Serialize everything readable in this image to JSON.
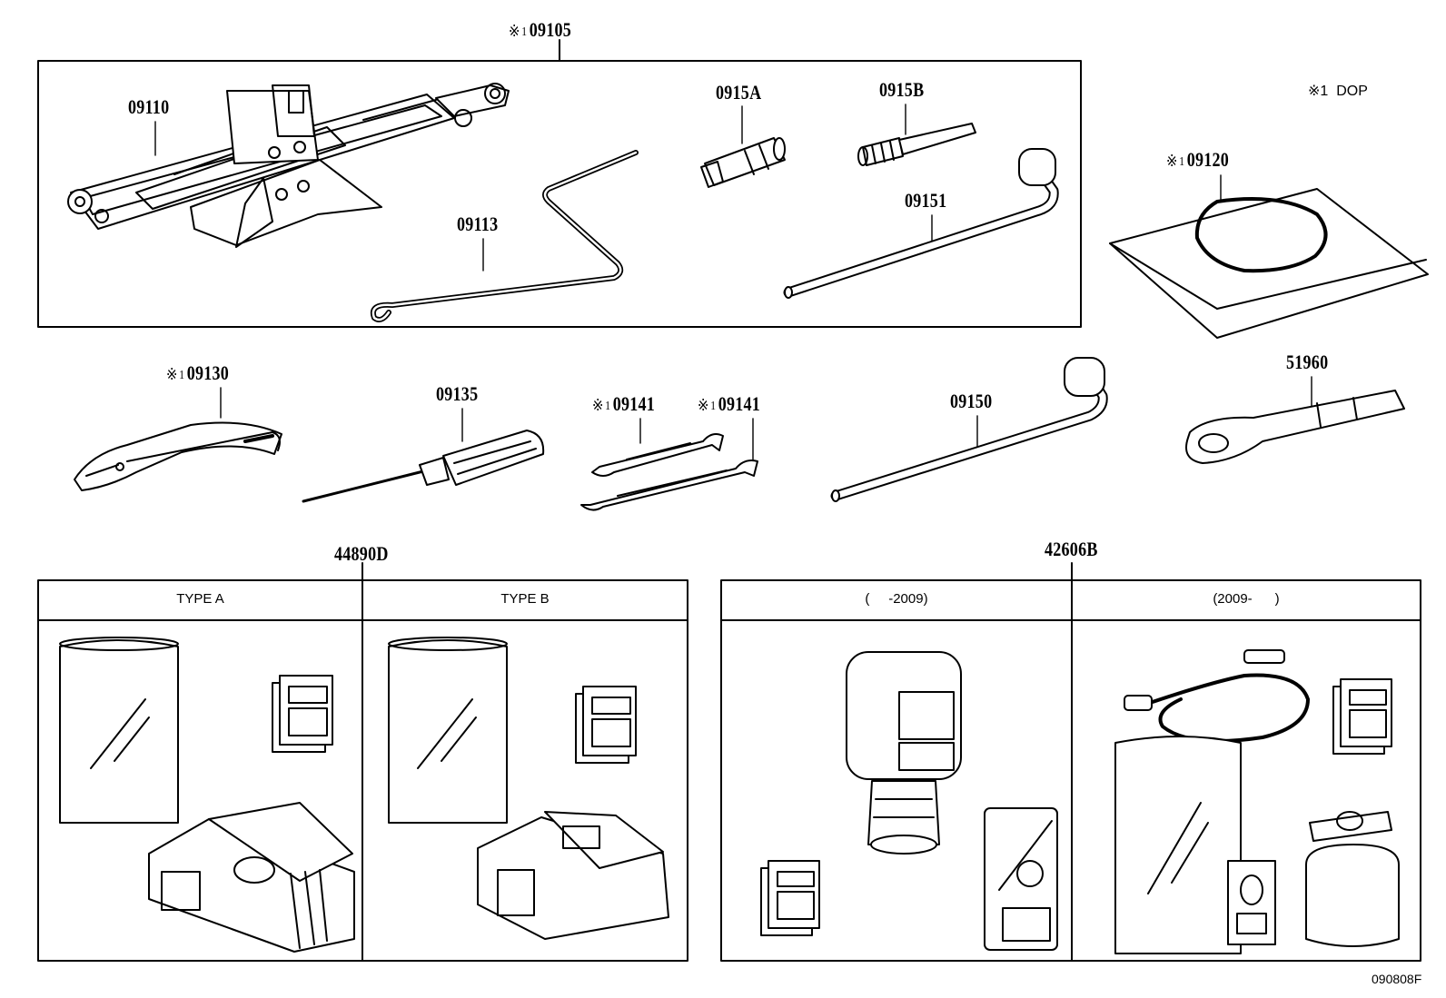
{
  "diagram": {
    "group_labels": {
      "jack_kit": {
        "mark": "※",
        "sup": "1",
        "code": "09105"
      },
      "repair_kit_a": {
        "code": "44890D"
      },
      "repair_kit_b": {
        "code": "42606B"
      }
    },
    "parts": {
      "jack": {
        "code": "09110"
      },
      "jack_handle": {
        "code": "09113"
      },
      "extension": {
        "code": "0915A"
      },
      "adapter": {
        "code": "0915B"
      },
      "wrench_small": {
        "code": "09151"
      },
      "tool_bag": {
        "mark": "※",
        "sup": "1",
        "code": "09120"
      },
      "pliers": {
        "mark": "※",
        "sup": "1",
        "code": "09130"
      },
      "screwdriver": {
        "code": "09135"
      },
      "spanner_1": {
        "mark": "※",
        "sup": "1",
        "code": "09141"
      },
      "spanner_2": {
        "mark": "※",
        "sup": "1",
        "code": "09141"
      },
      "lug_wrench": {
        "code": "09150"
      },
      "towing_eye": {
        "code": "51960"
      }
    },
    "legend_note": {
      "mark": "※1",
      "text": "DOP"
    },
    "panels": {
      "type_a": "TYPE A",
      "type_b": "TYPE B",
      "year_to": "(     -2009)",
      "year_from": "(2009-      )"
    },
    "reference": "090808F"
  }
}
